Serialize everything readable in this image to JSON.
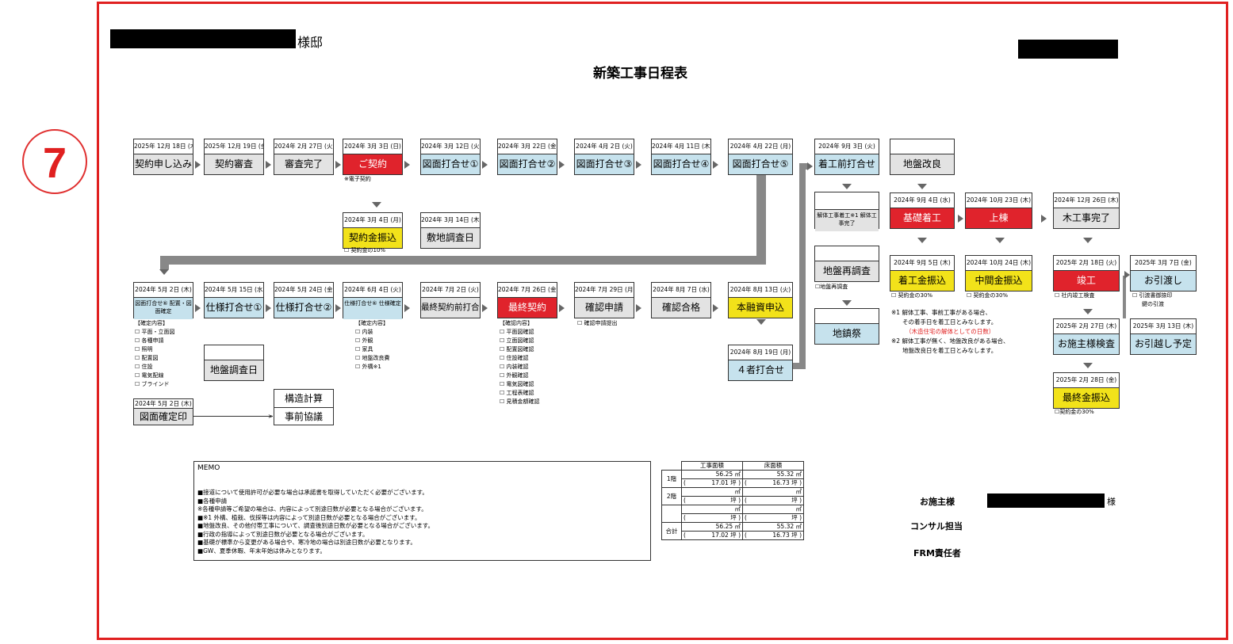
{
  "header": {
    "estate_suffix": "様邸",
    "title": "新築工事日程表",
    "badge": "7"
  },
  "row1": [
    {
      "date": "2025年 12月 18日 (木)",
      "label": "契約申し込み",
      "color": "g"
    },
    {
      "date": "2025年 12月 19日 (金)",
      "label": "契約審査",
      "color": "g"
    },
    {
      "date": "2024年 2月 27日 (火)",
      "label": "審査完了",
      "color": "g"
    },
    {
      "date": "2024年 3月 3日 (日)",
      "label": "ご契約",
      "color": "r"
    },
    {
      "date": "2024年 3月 12日 (火)",
      "label": "図面打合せ①",
      "color": "b"
    },
    {
      "date": "2024年 3月 22日 (金)",
      "label": "図面打合せ②",
      "color": "b"
    },
    {
      "date": "2024年 4月 2日 (火)",
      "label": "図面打合せ③",
      "color": "b"
    },
    {
      "date": "2024年 4月 11日 (木)",
      "label": "図面打合せ④",
      "color": "b"
    },
    {
      "date": "2024年 4月 22日 (月)",
      "label": "図面打合せ⑤",
      "color": "b"
    }
  ],
  "row1_note": "※電子契約",
  "pay1": {
    "date": "2024年 3月 4日 (月)",
    "label": "契約金振込",
    "note": "☐ 契約金の10%"
  },
  "survey1": {
    "date": "2024年 3月 14日 (木)",
    "label": "敷地調査日"
  },
  "row2": [
    {
      "date": "2024年 5月 2日 (木)",
      "label": "図面打合せ⑥ 配置・図面確定",
      "color": "b",
      "small": true
    },
    {
      "date": "2024年 5月 15日 (水)",
      "label": "仕様打合せ①",
      "color": "b"
    },
    {
      "date": "2024年 5月 24日 (金)",
      "label": "仕様打合せ②",
      "color": "b"
    },
    {
      "date": "2024年 6月 4日 (火)",
      "label": "仕様打合せ⑥ 仕様確定",
      "color": "b",
      "small": true
    },
    {
      "date": "2024年 7月 2日 (火)",
      "label": "最終契約前打合せ",
      "color": "g",
      "medium": true
    },
    {
      "date": "2024年 7月 26日 (金)",
      "label": "最終契約",
      "color": "r"
    },
    {
      "date": "2024年 7月 29日 (月)",
      "label": "確認申請",
      "color": "g"
    },
    {
      "date": "2024年 8月 7日 (水)",
      "label": "確認合格",
      "color": "g"
    },
    {
      "date": "2024年 8月 13日 (火)",
      "label": "本融資申込",
      "color": "y"
    }
  ],
  "fixed1": {
    "title": "【確定内容】",
    "items": [
      "☐ 平面・立面図",
      "☐ 各種申請",
      "☐ 照明",
      "☐ 配置図",
      "☐ 住設",
      "☐ 電気配線",
      "☐ ブラインド"
    ]
  },
  "fixed2": {
    "title": "【確定内容】",
    "items": [
      "☐ 内装",
      "☐ 外観",
      "☐ 家具",
      "☐ 地盤改良費",
      "☐ 外構※1"
    ]
  },
  "fixed3": {
    "title": "【確認内容】",
    "items": [
      "☐ 平面図確認",
      "☐ 立面図確認",
      "☐ 配置図確認",
      "☐ 住設確認",
      "☐ 内装確認",
      "☐ 外観確認",
      "☐ 電気図確認",
      "☐ 工程表確認",
      "☐ 見積金額確認"
    ]
  },
  "kakunin_note": "☐ 確認申請提出",
  "survey2": {
    "label": "地盤調査日"
  },
  "zumen": {
    "date": "2024年 5月 2日 (木)",
    "label": "図面確定印"
  },
  "kozo": {
    "top": "構造計算",
    "bottom": "事前協議"
  },
  "yonsha": {
    "date": "2024年 8月 19日 (月)",
    "label": "４者打合せ"
  },
  "colA": {
    "chakko": {
      "date": "2024年 9月 3日 (火)",
      "label": "着工前打合せ"
    },
    "kaitai": "解体工事着工※1 解体工事完了",
    "saichosa": "地盤再調査",
    "saichosa_note": "☐地盤再調査",
    "jichin": "地鎮祭"
  },
  "colB": {
    "kairyo": "地盤改良",
    "kiso": {
      "date": "2024年 9月 4日 (水)",
      "label": "基礎着工"
    },
    "chakkin": {
      "date": "2024年 9月 5日 (木)",
      "label": "着工金振込",
      "note": "☐ 契約金の30%"
    }
  },
  "colC": {
    "jomune": {
      "date": "2024年 10月 23日 (木)",
      "label": "上棟"
    },
    "chukan": {
      "date": "2024年 10月 24日 (木)",
      "label": "中間金振込",
      "note": "☐ 契約金の30%"
    }
  },
  "colD": {
    "mokko": {
      "date": "2024年 12月 26日 (木)",
      "label": "木工事完了"
    },
    "shunko": {
      "date": "2025年 2月 18日 (火)",
      "label": "竣工",
      "note": "☐ 社内竣工検査"
    },
    "sekeng": {
      "date": "2025年 2月 27日 (木)",
      "label": "お施主様検査"
    },
    "saishu": {
      "date": "2025年 2月 28日 (金)",
      "label": "最終金振込",
      "note": "☐契約金の30%"
    }
  },
  "colE": {
    "hikiwatashi": {
      "date": "2025年 3月 7日 (金)",
      "label": "お引渡し",
      "note1": "☐ 引渡書御捺印",
      "note2": "鍵の引渡"
    },
    "hikkoshi": {
      "date": "2025年 3月 13日 (木)",
      "label": "お引越し予定"
    }
  },
  "footnotes": [
    "※1 解体工事、事前工事がある場合、",
    "その着手日を着工日とみなします。",
    "（木造住宅の解体としての日数）",
    "※2 解体工事が無く、地盤改良がある場合、",
    "地盤改良日を着工日とみなします。"
  ],
  "memo": {
    "title": "MEMO",
    "lines": [
      "■接道について使用許可が必要な場合は承諾書を取得していただく必要がございます。",
      "■各種申請",
      "※各種申請等ご希望の場合は、内容によって別途日数が必要となる場合がございます。",
      "■※1 外構、植栽、伐採等は内容によって別途日数が必要となる場合がございます。",
      "■地盤改良、その他付帯工事について、調査後別途日数が必要となる場合がございます。",
      "■行政の指導によって別途日数が必要となる場合がございます。",
      "■基礎が標準から変更がある場合や、寒冷地の場合は別途日数が必要となります。",
      "■GW、夏季休暇、年末年始は休みとなります。"
    ]
  },
  "area": {
    "h1": "工事面積",
    "h2": "床面積",
    "rows": [
      {
        "label": "1階",
        "a1": "56.25 ㎡",
        "a2": "17.01 坪",
        "b1": "55.32 ㎡",
        "b2": "16.73 坪"
      },
      {
        "label": "2階",
        "a1": "㎡",
        "a2": "坪",
        "b1": "㎡",
        "b2": "坪"
      },
      {
        "label": "",
        "a1": "㎡",
        "a2": "坪",
        "b1": "㎡",
        "b2": "坪"
      },
      {
        "label": "合計",
        "a1": "56.25 ㎡",
        "a2": "17.02 坪",
        "b1": "55.32 ㎡",
        "b2": "16.73 坪"
      }
    ]
  },
  "sign": {
    "owner": "お施主様",
    "owner_suffix": "様",
    "consul": "コンサル担当",
    "frm": "FRM責任者"
  }
}
